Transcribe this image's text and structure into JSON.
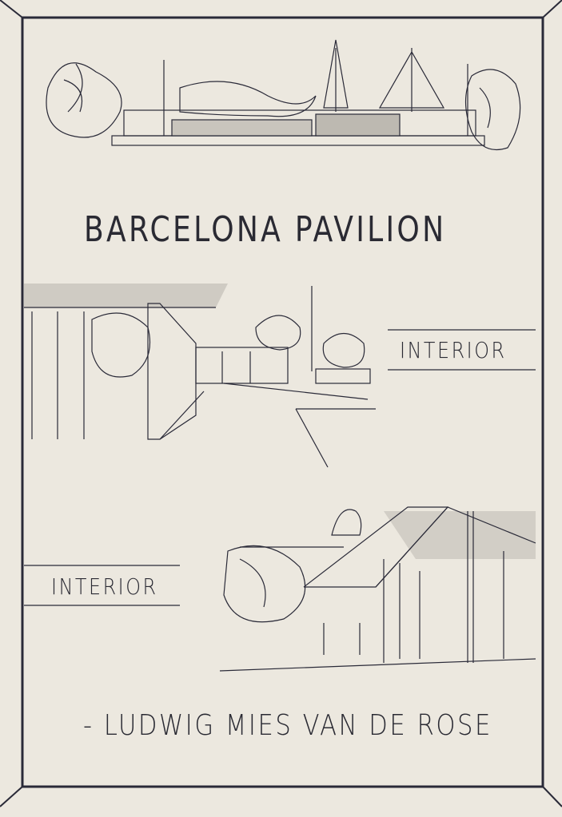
{
  "title": "BARCELONA PAVILION",
  "labels": {
    "interior_top": "INTERIOR",
    "interior_bottom": "INTERIOR"
  },
  "signature": "- LUDWIG MIES VAN DE ROSE",
  "colors": {
    "paper": "#ece8df",
    "ink": "#2a2a33",
    "pencil": "#b9b5ad"
  }
}
